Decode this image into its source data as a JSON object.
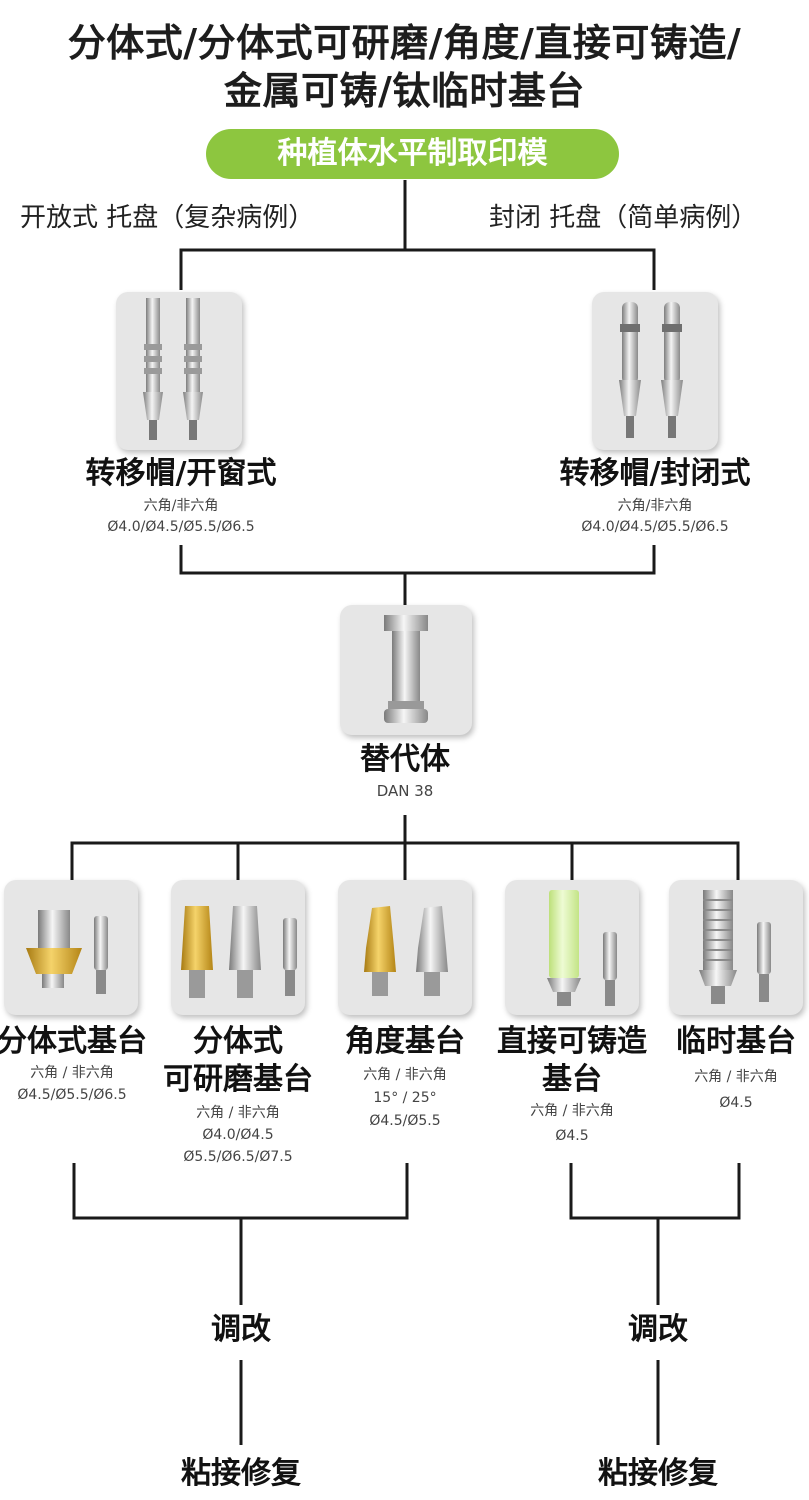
{
  "header": {
    "title_line1": "分体式/分体式可研磨/角度/直接可铸造/",
    "title_line2": "金属可铸/钛临时基台"
  },
  "start": {
    "label": "种植体水平制取印模",
    "color": "#8dc63f"
  },
  "trays": {
    "open": "开放式 托盘（复杂病例）",
    "closed": "封闭 托盘（简单病例）"
  },
  "impression_copings": [
    {
      "name": "转移帽/开窗式",
      "spec1": "六角/非六角",
      "spec2": "Ø4.0/Ø4.5/Ø5.5/Ø6.5"
    },
    {
      "name": "转移帽/封闭式",
      "spec1": "六角/非六角",
      "spec2": "Ø4.0/Ø4.5/Ø5.5/Ø6.5"
    }
  ],
  "analog": {
    "name": "替代体",
    "code": "DAN 38"
  },
  "abutments": [
    {
      "name": "分体式基台",
      "specs": [
        "六角 / 非六角",
        "Ø4.5/Ø5.5/Ø6.5"
      ]
    },
    {
      "name_line1": "分体式",
      "name_line2": "可研磨基台",
      "specs": [
        "六角 / 非六角",
        "Ø4.0/Ø4.5",
        "Ø5.5/Ø6.5/Ø7.5"
      ]
    },
    {
      "name": "角度基台",
      "specs": [
        "六角 / 非六角",
        "15° / 25°",
        "Ø4.5/Ø5.5"
      ]
    },
    {
      "name_line1": "直接可铸造",
      "name_line2": "基台",
      "specs": [
        "六角 / 非六角",
        "Ø4.5"
      ]
    },
    {
      "name": "临时基台",
      "specs": [
        "六角 / 非六角",
        "Ø4.5"
      ]
    }
  ],
  "steps": {
    "left": {
      "adjust": "调改",
      "cement": "粘接修复"
    },
    "right": {
      "adjust": "调改",
      "cement": "粘接修复"
    }
  },
  "colors": {
    "gold": "#d9a92a",
    "silver": "#b9b9b9",
    "green_cast": "#d7f0a0",
    "line": "#1a1a1a"
  }
}
